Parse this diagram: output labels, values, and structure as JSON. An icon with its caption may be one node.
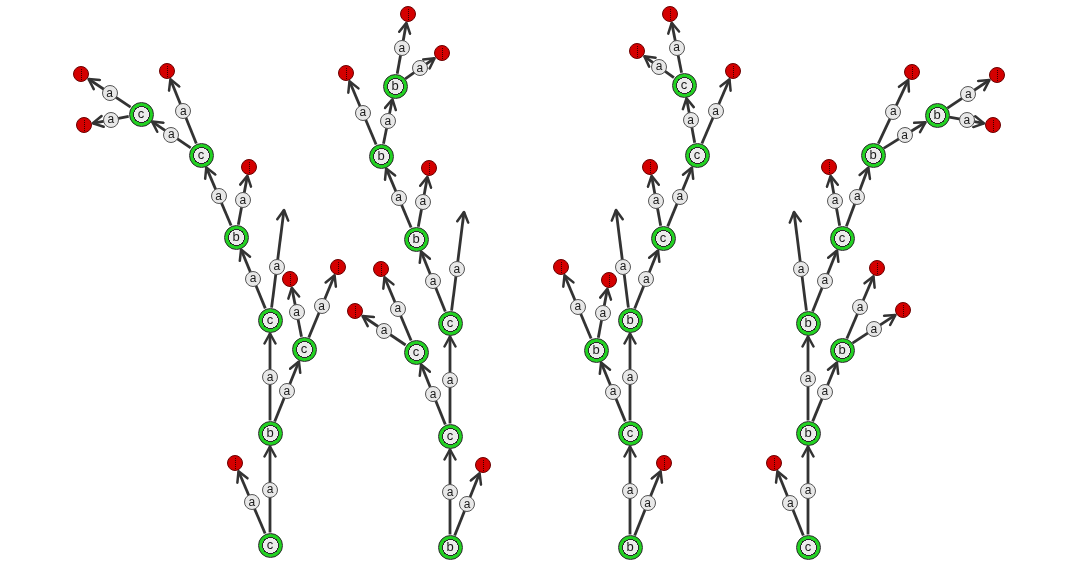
{
  "diagram": {
    "nodes": [
      {
        "text": [
          "c"
        ]
      },
      {
        "text": [],
        "shape": "circle"
      },
      {
        "text": [
          "b"
        ]
      },
      {
        "text": [
          "c"
        ]
      },
      {
        "text": [
          "c"
        ]
      },
      {
        "text": [],
        "shape": "circle"
      },
      {
        "text": [],
        "shape": "circle"
      },
      {
        "text": [
          "b"
        ]
      },
      {
        "text": [
          "c"
        ]
      },
      {
        "text": [],
        "shape": "circle"
      },
      {
        "text": [
          "c"
        ]
      },
      {
        "text": [],
        "shape": "circle"
      },
      {
        "text": [],
        "shape": "circle"
      },
      {
        "text": [],
        "shape": "circle"
      },
      {
        "text": [
          "b"
        ]
      },
      {
        "text": [],
        "shape": "circle"
      },
      {
        "text": [
          "c"
        ]
      },
      {
        "text": [
          "c"
        ]
      },
      {
        "text": [
          "c"
        ]
      },
      {
        "text": [],
        "shape": "circle"
      },
      {
        "text": [],
        "shape": "circle"
      },
      {
        "text": [
          "b"
        ]
      },
      {
        "text": [],
        "shape": "circle"
      },
      {
        "text": [
          "b"
        ]
      },
      {
        "text": [],
        "shape": "circle"
      },
      {
        "text": [
          "b"
        ]
      },
      {
        "text": [],
        "shape": "circle"
      },
      {
        "text": [],
        "shape": "circle"
      },
      {
        "text": [
          "b"
        ]
      },
      {
        "text": [],
        "shape": "circle"
      },
      {
        "text": [
          "c"
        ]
      },
      {
        "text": [
          "b"
        ]
      },
      {
        "text": [
          "b"
        ]
      },
      {
        "text": [],
        "shape": "circle"
      },
      {
        "text": [],
        "shape": "circle"
      },
      {
        "text": [
          "c"
        ]
      },
      {
        "text": [],
        "shape": "circle"
      },
      {
        "text": [
          "c"
        ]
      },
      {
        "text": [
          "c"
        ]
      },
      {
        "text": [],
        "shape": "circle"
      },
      {
        "text": [],
        "shape": "circle"
      },
      {
        "text": [],
        "shape": "circle"
      },
      {
        "text": [
          "c"
        ]
      },
      {
        "text": [],
        "shape": "circle"
      },
      {
        "text": [
          "b"
        ]
      },
      {
        "text": [
          "b"
        ]
      },
      {
        "text": [
          "b"
        ]
      },
      {
        "text": [],
        "shape": "circle"
      },
      {
        "text": [],
        "shape": "circle"
      },
      {
        "text": [
          "c"
        ]
      },
      {
        "text": [],
        "shape": "circle"
      },
      {
        "text": [
          "b"
        ]
      },
      {
        "text": [],
        "shape": "circle"
      },
      {
        "text": [
          "b"
        ]
      },
      {
        "text": [],
        "shape": "circle"
      },
      {
        "text": [],
        "shape": "circle"
      }
    ],
    "edges": [
      {
        "from": 0,
        "to": 1,
        "arrow": "to",
        "label": "a"
      },
      {
        "from": 0,
        "to": 2,
        "arrow": "to",
        "label": "a"
      },
      {
        "from": 2,
        "to": 3,
        "arrow": "to",
        "label": "a"
      },
      {
        "from": 2,
        "to": 4,
        "arrow": "to",
        "label": "a"
      },
      {
        "from": 4,
        "to": 5,
        "arrow": "to",
        "label": "a"
      },
      {
        "from": 4,
        "to": 6,
        "arrow": "to",
        "label": "a"
      },
      {
        "from": 3,
        "to": null,
        "arrow": "to",
        "label": "a"
      },
      {
        "from": 3,
        "to": 7,
        "arrow": "to",
        "label": "a"
      },
      {
        "from": 7,
        "to": 8,
        "arrow": "to",
        "label": "a"
      },
      {
        "from": 7,
        "to": 9,
        "arrow": "to",
        "label": "a"
      },
      {
        "from": 8,
        "to": 10,
        "arrow": "to",
        "label": "a"
      },
      {
        "from": 8,
        "to": 11,
        "arrow": "to",
        "label": "a"
      },
      {
        "from": 10,
        "to": 12,
        "arrow": "to",
        "label": "a"
      },
      {
        "from": 10,
        "to": 13,
        "arrow": "to",
        "label": "a"
      },
      {
        "from": 14,
        "to": 15,
        "arrow": "to",
        "label": "a"
      },
      {
        "from": 14,
        "to": 16,
        "arrow": "to",
        "label": "a"
      },
      {
        "from": 16,
        "to": 17,
        "arrow": "to",
        "label": "a"
      },
      {
        "from": 16,
        "to": 18,
        "arrow": "to",
        "label": "a"
      },
      {
        "from": 18,
        "to": 19,
        "arrow": "to",
        "label": "a"
      },
      {
        "from": 18,
        "to": 20,
        "arrow": "to",
        "label": "a"
      },
      {
        "from": 17,
        "to": null,
        "arrow": "to",
        "label": "a"
      },
      {
        "from": 17,
        "to": 21,
        "arrow": "to",
        "label": "a"
      },
      {
        "from": 21,
        "to": 22,
        "arrow": "to",
        "label": "a"
      },
      {
        "from": 21,
        "to": 23,
        "arrow": "to",
        "label": "a"
      },
      {
        "from": 23,
        "to": 24,
        "arrow": "to",
        "label": "a"
      },
      {
        "from": 23,
        "to": 25,
        "arrow": "to",
        "label": "a"
      },
      {
        "from": 25,
        "to": 26,
        "arrow": "to",
        "label": "a"
      },
      {
        "from": 25,
        "to": 27,
        "arrow": "to",
        "label": "a"
      },
      {
        "from": 28,
        "to": 29,
        "arrow": "to",
        "label": "a"
      },
      {
        "from": 28,
        "to": 30,
        "arrow": "to",
        "label": "a"
      },
      {
        "from": 30,
        "to": 31,
        "arrow": "to",
        "label": "a"
      },
      {
        "from": 30,
        "to": 32,
        "arrow": "to",
        "label": "a"
      },
      {
        "from": 32,
        "to": 33,
        "arrow": "to",
        "label": "a"
      },
      {
        "from": 32,
        "to": 34,
        "arrow": "to",
        "label": "a"
      },
      {
        "from": 31,
        "to": null,
        "arrow": "to",
        "label": "a"
      },
      {
        "from": 31,
        "to": 35,
        "arrow": "to",
        "label": "a"
      },
      {
        "from": 35,
        "to": 36,
        "arrow": "to",
        "label": "a"
      },
      {
        "from": 35,
        "to": 37,
        "arrow": "to",
        "label": "a"
      },
      {
        "from": 37,
        "to": 38,
        "arrow": "to",
        "label": "a"
      },
      {
        "from": 37,
        "to": 39,
        "arrow": "to",
        "label": "a"
      },
      {
        "from": 38,
        "to": 40,
        "arrow": "to",
        "label": "a"
      },
      {
        "from": 38,
        "to": 41,
        "arrow": "to",
        "label": "a"
      },
      {
        "from": 42,
        "to": 43,
        "arrow": "to",
        "label": "a"
      },
      {
        "from": 42,
        "to": 44,
        "arrow": "to",
        "label": "a"
      },
      {
        "from": 44,
        "to": 45,
        "arrow": "to",
        "label": "a"
      },
      {
        "from": 44,
        "to": 46,
        "arrow": "to",
        "label": "a"
      },
      {
        "from": 46,
        "to": 47,
        "arrow": "to",
        "label": "a"
      },
      {
        "from": 46,
        "to": 48,
        "arrow": "to",
        "label": "a"
      },
      {
        "from": 45,
        "to": null,
        "arrow": "to",
        "label": "a"
      },
      {
        "from": 45,
        "to": 49,
        "arrow": "to",
        "label": "a"
      },
      {
        "from": 49,
        "to": 50,
        "arrow": "to",
        "label": "a"
      },
      {
        "from": 49,
        "to": 51,
        "arrow": "to",
        "label": "a"
      },
      {
        "from": 51,
        "to": 52,
        "arrow": "to",
        "label": "a"
      },
      {
        "from": 51,
        "to": 53,
        "arrow": "to",
        "label": "a"
      },
      {
        "from": 53,
        "to": 54,
        "arrow": "to",
        "label": "a"
      },
      {
        "from": 53,
        "to": 55,
        "arrow": "to",
        "label": "a"
      }
    ]
  }
}
